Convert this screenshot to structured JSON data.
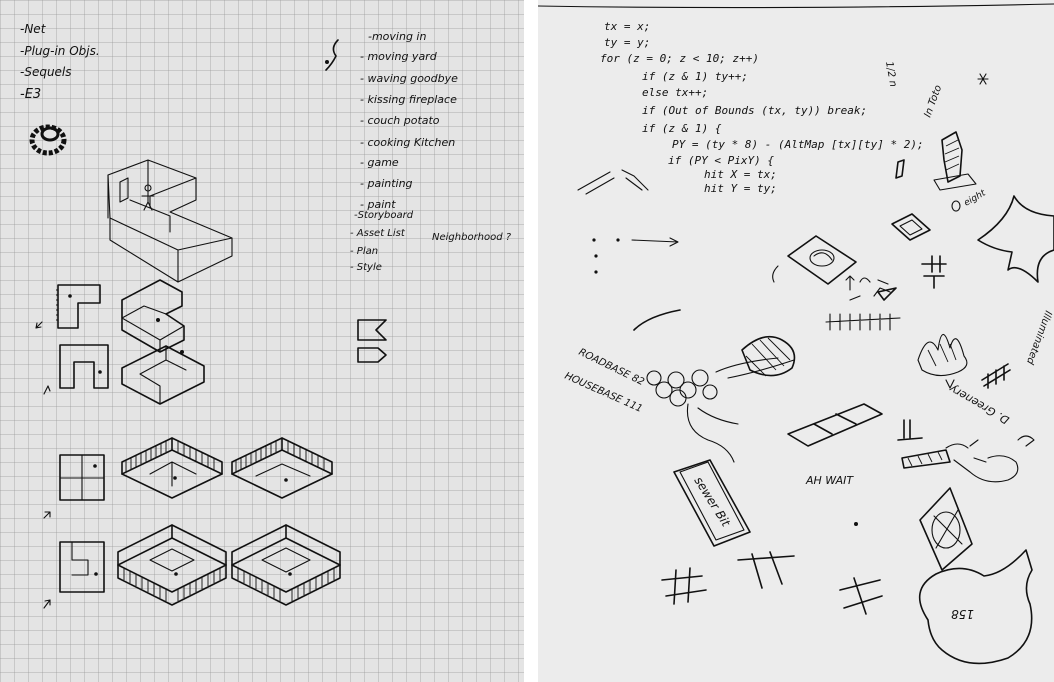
{
  "left_notes": {
    "top_list": [
      "-Net",
      "-Plug-in Objs.",
      "-Sequels",
      "-E3"
    ],
    "activities": [
      "-moving in",
      "- moving yard",
      "- waving goodbye",
      "- kissing fireplace",
      "- couch potato",
      "- cooking Kitchen",
      "- game",
      "- painting",
      "- paint"
    ],
    "planning": [
      "-Storyboard",
      "- Asset List",
      "- Plan",
      "- Style"
    ],
    "neighborhood": "Neighborhood ?"
  },
  "right_notes": {
    "code_lines": [
      "tx = x;",
      "ty = y;",
      "for (z = 0; z < 10; z++)",
      "if (z & 1) ty++;",
      "else       tx++;",
      "if (Out of Bounds (tx, ty))  break;",
      "if (z & 1) {",
      "PY = (ty * 8) - (AltMap [tx][ty] * 2);",
      "if (PY < PixY) {",
      "hit X = tx;",
      "hit Y = ty;"
    ],
    "roadbase": "ROADBASE 82",
    "housebase": "HOUSEBASE 111",
    "sewer": "sewer Bit",
    "ah_wait": "AH  WAIT",
    "greenery": "D. Greenery",
    "intoto": "In Toto",
    "bag_number": "158",
    "rotated_side": "1/2 n",
    "icon_names": [
      "flag-icon",
      "arrow-flag-icon"
    ]
  }
}
